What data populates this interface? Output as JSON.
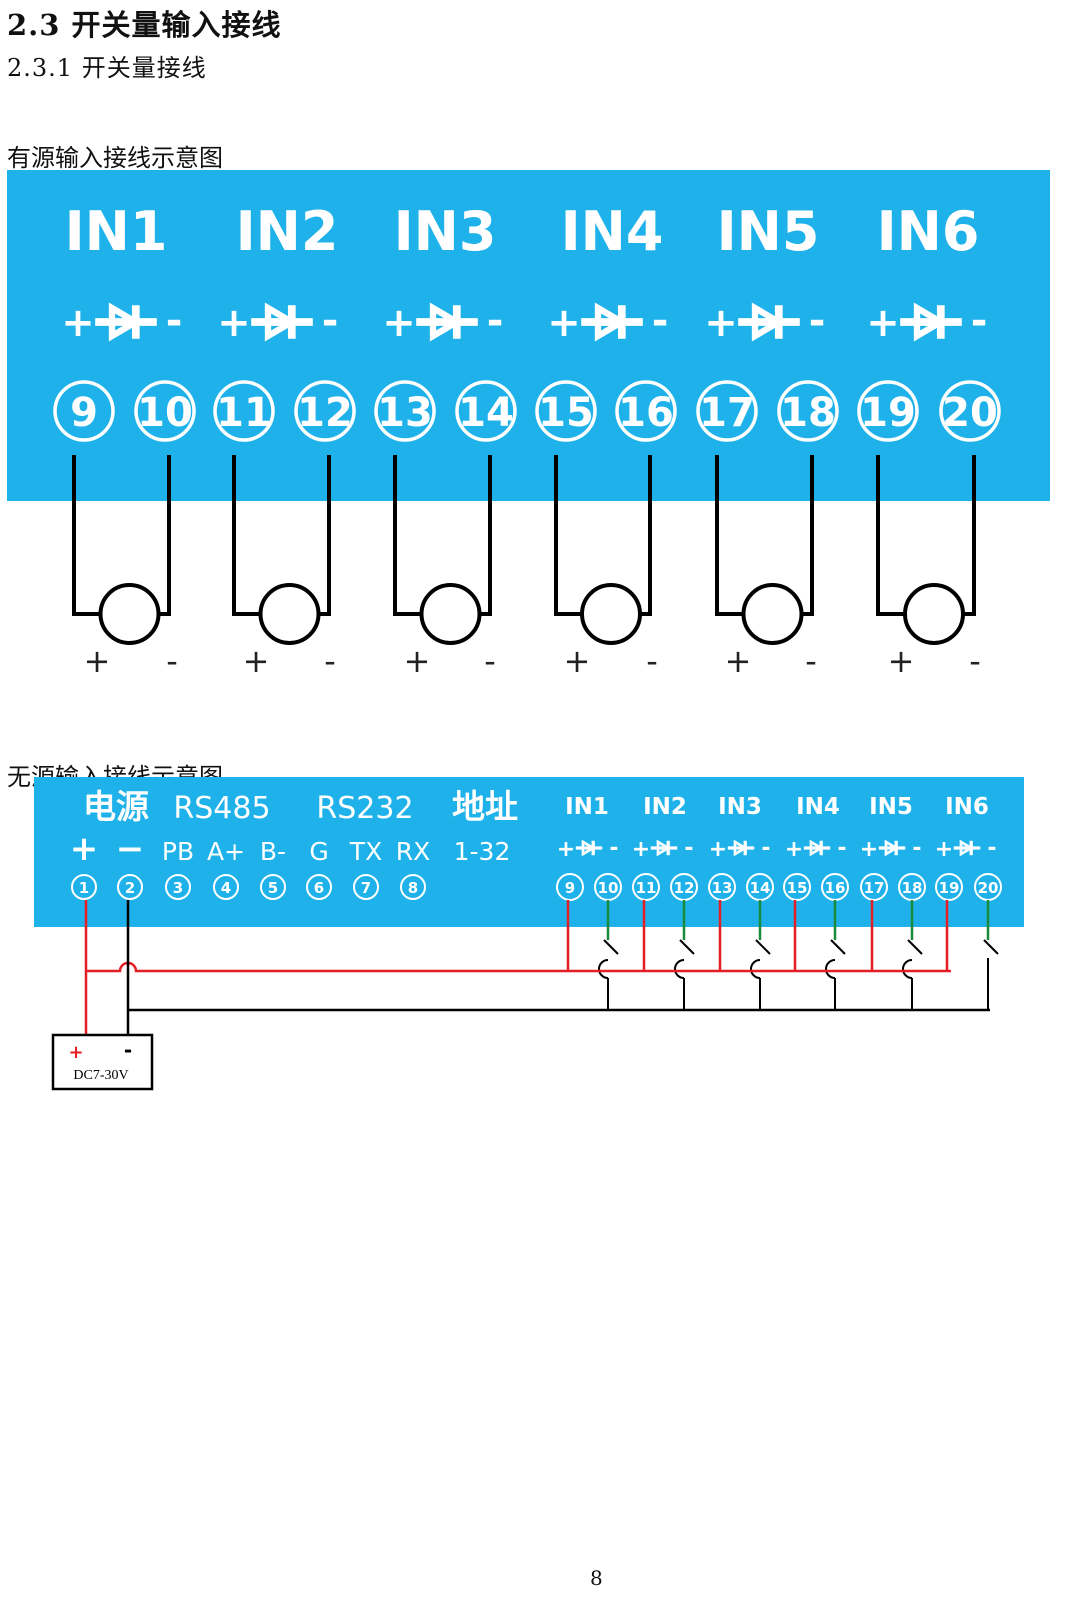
{
  "heading": {
    "section": "2.3 开关量输入接线",
    "subsection": "2.3.1 开关量接线"
  },
  "active_diagram": {
    "caption": "有源输入接线示意图",
    "channels": [
      {
        "label": "IN1",
        "pos_terminal": "9",
        "neg_terminal": "10"
      },
      {
        "label": "IN2",
        "pos_terminal": "11",
        "neg_terminal": "12"
      },
      {
        "label": "IN3",
        "pos_terminal": "13",
        "neg_terminal": "14"
      },
      {
        "label": "IN4",
        "pos_terminal": "15",
        "neg_terminal": "16"
      },
      {
        "label": "IN5",
        "pos_terminal": "17",
        "neg_terminal": "18"
      },
      {
        "label": "IN6",
        "pos_terminal": "19",
        "neg_terminal": "20"
      }
    ],
    "plus_sign": "+",
    "minus_sign": "-",
    "colors": {
      "panel": "#1fb2ea",
      "text": "#ffffff",
      "wire": "#000000"
    }
  },
  "passive_diagram": {
    "caption": "无源输入接线示意图",
    "groups": [
      {
        "title": "电源",
        "items": [
          {
            "label": "+",
            "num": "1"
          },
          {
            "label": "−",
            "num": "2"
          }
        ]
      },
      {
        "title": "RS485",
        "items": [
          {
            "label": "PB",
            "num": "3"
          },
          {
            "label": "A+",
            "num": "4"
          },
          {
            "label": "B-",
            "num": "5"
          }
        ]
      },
      {
        "title": "RS232",
        "items": [
          {
            "label": "G",
            "num": "6"
          },
          {
            "label": "TX",
            "num": "7"
          },
          {
            "label": "RX",
            "num": "8"
          }
        ]
      },
      {
        "title": "地址",
        "items": [
          {
            "label": "1-32",
            "num": ""
          }
        ]
      }
    ],
    "inputs": [
      {
        "label": "IN1",
        "pos": "9",
        "neg": "10"
      },
      {
        "label": "IN2",
        "pos": "11",
        "neg": "12"
      },
      {
        "label": "IN3",
        "pos": "13",
        "neg": "14"
      },
      {
        "label": "IN4",
        "pos": "15",
        "neg": "16"
      },
      {
        "label": "IN5",
        "pos": "17",
        "neg": "18"
      },
      {
        "label": "IN6",
        "pos": "19",
        "neg": "20"
      }
    ],
    "power_supply": {
      "plus": "+",
      "minus": "-",
      "label": "DC7-30V"
    },
    "colors": {
      "panel": "#1fb2ea",
      "red_wire": "#e31f26",
      "green_wire": "#1a8a3c",
      "black_wire": "#000000"
    }
  },
  "page_number": "8"
}
